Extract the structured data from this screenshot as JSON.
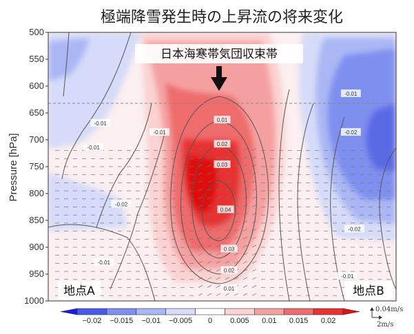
{
  "chart_data": {
    "type": "heatmap",
    "title": "極端降雪発生時の上昇流の将来変化",
    "ylabel": "Pressure [hPa]",
    "y_ticks": [
      500,
      550,
      600,
      650,
      700,
      750,
      800,
      850,
      900,
      950,
      1000
    ],
    "ylim": [
      1000,
      500
    ],
    "y_inverted": true,
    "annotation": "日本海寒帯気団収束帯",
    "site_labels": [
      "地点A",
      "地点B"
    ],
    "colorbar": {
      "ticks": [
        "−0.02",
        "−0.015",
        "−0.01",
        "−0.005",
        "0",
        "0.005",
        "0.01",
        "0.015",
        "0.02"
      ],
      "colors": [
        "#1a1ae6",
        "#4a5ae8",
        "#7f8ff0",
        "#aab7f4",
        "#d5dbf8",
        "#ffffff",
        "#fbd2d2",
        "#f5a0a0",
        "#ef6c6c",
        "#e83232",
        "#e01010"
      ]
    },
    "contour_labels": [
      {
        "x": 0.15,
        "p": 669,
        "text": "-0.01"
      },
      {
        "x": 0.13,
        "p": 714,
        "text": "-0.01"
      },
      {
        "x": 0.32,
        "p": 686,
        "text": "-0.01"
      },
      {
        "x": 0.21,
        "p": 820,
        "text": "-0.02"
      },
      {
        "x": 0.16,
        "p": 928,
        "text": "-0.01"
      },
      {
        "x": 0.5,
        "p": 663,
        "text": "0.01"
      },
      {
        "x": 0.5,
        "p": 708,
        "text": "0.02"
      },
      {
        "x": 0.5,
        "p": 746,
        "text": "0.03"
      },
      {
        "x": 0.51,
        "p": 830,
        "text": "0.04"
      },
      {
        "x": 0.52,
        "p": 903,
        "text": "0.03"
      },
      {
        "x": 0.52,
        "p": 943,
        "text": "0.02"
      },
      {
        "x": 0.52,
        "p": 977,
        "text": "0.01"
      },
      {
        "x": 0.87,
        "p": 614,
        "text": "-0.01"
      },
      {
        "x": 0.87,
        "p": 686,
        "text": "-0.02"
      },
      {
        "x": 0.88,
        "p": 866,
        "text": "-0.02"
      },
      {
        "x": 0.86,
        "p": 954,
        "text": "-0.01"
      }
    ],
    "reference_vector": {
      "vertical": "0.04m/s",
      "horizontal": "2m/s"
    }
  }
}
